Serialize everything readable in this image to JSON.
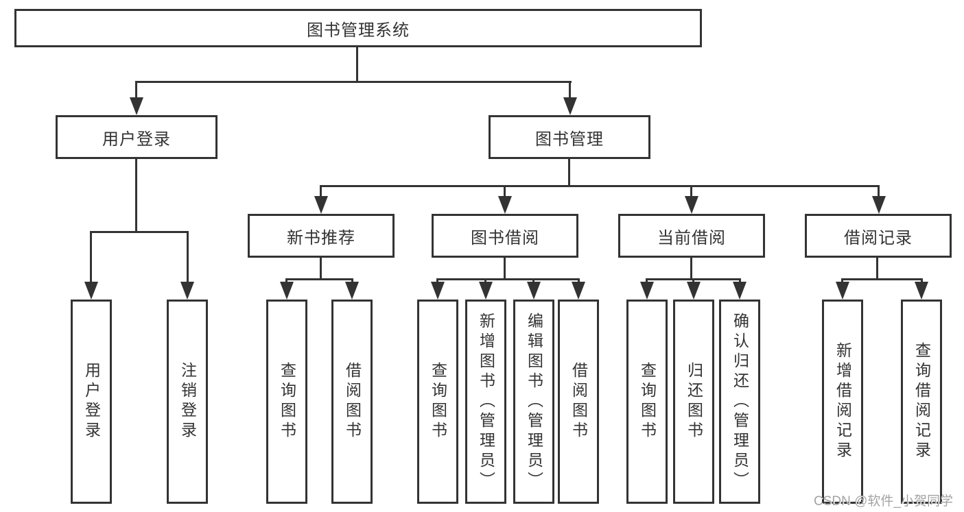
{
  "title": "图书管理系统",
  "level2": {
    "user_login": "用户登录",
    "book_mgmt": "图书管理"
  },
  "level3": {
    "new_books": "新书推荐",
    "book_borrow": "图书借阅",
    "current_borrow": "当前借阅",
    "borrow_records": "借阅记录"
  },
  "leaves": {
    "user_login": "用户登录",
    "logout": "注销登录",
    "nb_query": "查询图书",
    "nb_borrow": "借阅图书",
    "bb_query": "查询图书",
    "bb_add": "新增图书（管理员）",
    "bb_edit": "编辑图书（管理员）",
    "bb_borrow": "借阅图书",
    "cb_query": "查询图书",
    "cb_return": "归还图书",
    "cb_confirm": "确认归还（管理员）",
    "br_add": "新增借阅记录",
    "br_query": "查询借阅记录"
  },
  "hierarchy": {
    "图书管理系统": [
      "用户登录",
      "图书管理"
    ],
    "用户登录": [
      "用户登录",
      "注销登录"
    ],
    "图书管理": [
      "新书推荐",
      "图书借阅",
      "当前借阅",
      "借阅记录"
    ],
    "新书推荐": [
      "查询图书",
      "借阅图书"
    ],
    "图书借阅": [
      "查询图书",
      "新增图书（管理员）",
      "编辑图书（管理员）",
      "借阅图书"
    ],
    "当前借阅": [
      "查询图书",
      "归还图书",
      "确认归还（管理员）"
    ],
    "借阅记录": [
      "新增借阅记录",
      "查询借阅记录"
    ]
  },
  "watermark": "CSDN @软件_小贺同学",
  "colors": {
    "line": "#333333",
    "background": "#ffffff",
    "box_bg": "#ffffff",
    "text": "#333333",
    "watermark": "#a3a3a3"
  }
}
